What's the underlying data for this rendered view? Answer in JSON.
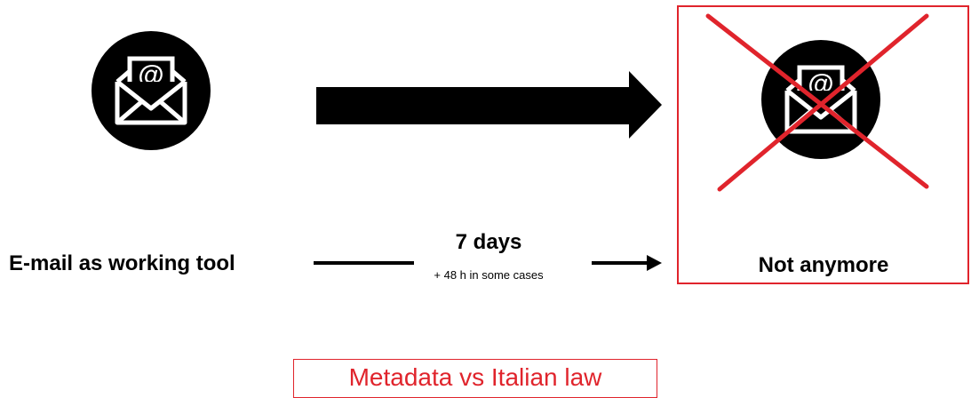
{
  "left_label": "E-mail as working tool",
  "duration": {
    "main": "7 days",
    "note": "+ 48 h in some cases"
  },
  "right_label": "Not anymore",
  "footer": {
    "title": "Metadata vs Italian law"
  },
  "icons": {
    "left": "email-envelope-icon",
    "right": "email-envelope-icon",
    "cross": "red-x-icon"
  },
  "colors": {
    "accent": "#e0242c",
    "icon_bg": "#000000",
    "icon_fg": "#ffffff"
  }
}
